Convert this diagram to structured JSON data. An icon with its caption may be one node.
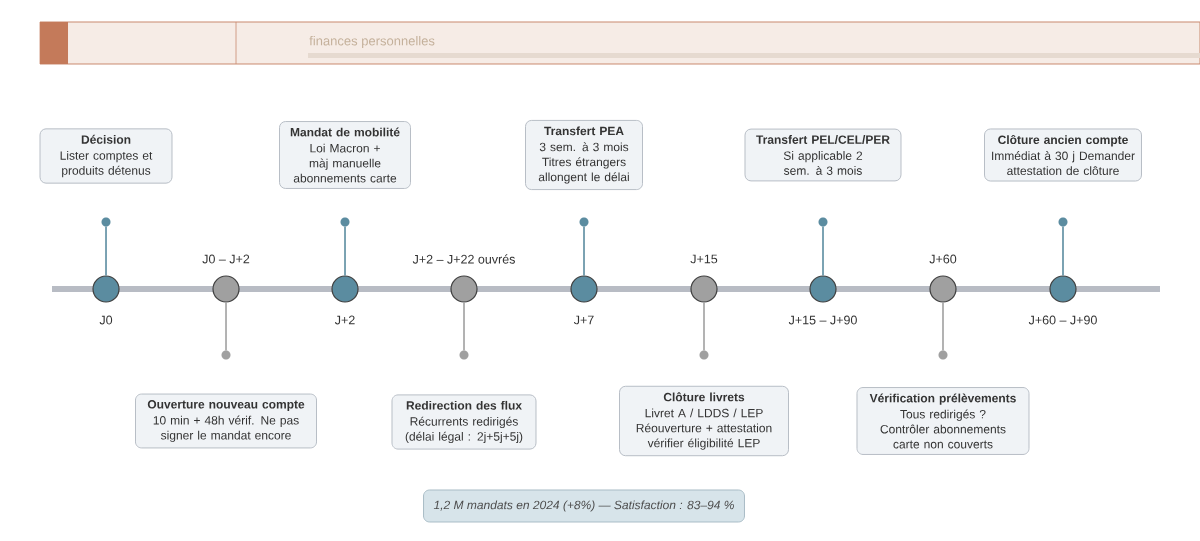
{
  "diagram": {
    "nodes": [
      {
        "text": [
          "Décision",
          "Lister comptes et produits détenus"
        ]
      },
      {
        "text": [],
        "shape": "circle"
      },
      {
        "text": [],
        "shape": "circle",
        "beside": [
          "J0"
        ]
      },
      {
        "text": [
          "Ouverture nouveau compte",
          "10 min + 48h vérif. Ne pas signer le mandat encore"
        ]
      },
      {
        "text": [],
        "shape": "circle"
      },
      {
        "text": [],
        "shape": "circle",
        "beside": [
          "J0 – J+2"
        ]
      },
      {
        "text": [
          "Mandat de mobilité",
          "Loi Macron + màj manuelle abonnements carte"
        ]
      },
      {
        "text": [],
        "shape": "circle"
      },
      {
        "text": [],
        "shape": "circle",
        "beside": [
          "J+2"
        ]
      },
      {
        "text": [
          "Redirection des flux",
          "Récurrents redirigés (délai légal : 2j+5j+5j)"
        ]
      },
      {
        "text": [],
        "shape": "circle"
      },
      {
        "text": [],
        "shape": "circle",
        "beside": [
          "J+2 – J+22 ouvrés"
        ]
      },
      {
        "text": [
          "Transfert PEA",
          "3 sem. à 3 mois Titres étrangers allongent le délai"
        ]
      },
      {
        "text": [],
        "shape": "circle"
      },
      {
        "text": [],
        "shape": "circle",
        "beside": [
          "J+7"
        ]
      },
      {
        "text": [
          "Clôture livrets",
          "Livret A / LDDS / LEP Réouverture + attestation vérifier éligibilité LEP"
        ]
      },
      {
        "text": [],
        "shape": "circle"
      },
      {
        "text": [],
        "shape": "circle",
        "beside": [
          "J+15"
        ]
      },
      {
        "text": [
          "Transfert PEL/CEL/PER",
          "Si applicable 2 sem. à 3 mois"
        ]
      },
      {
        "text": [],
        "shape": "circle"
      },
      {
        "text": [],
        "shape": "circle",
        "beside": [
          "J+15 – J+90"
        ]
      },
      {
        "text": [
          "Vérification prélèvements",
          "Tous redirigés ? Contrôler abonnements carte non couverts"
        ]
      },
      {
        "text": [],
        "shape": "circle"
      },
      {
        "text": [],
        "shape": "circle",
        "beside": [
          "J+60"
        ]
      },
      {
        "text": [
          "Clôture ancien compte",
          "Immédiat à 30 j Demander attestation de clôture"
        ]
      },
      {
        "text": [],
        "shape": "circle"
      },
      {
        "text": [],
        "shape": "circle",
        "beside": [
          "J+60 – J+90"
        ]
      },
      {
        "text": [
          "1,2 M mandats en 2024 (+8%) — Satisfaction : 83–94 %"
        ]
      }
    ],
    "edges": [
      {
        "from": 2,
        "to": 1,
        "arrow": "none"
      },
      {
        "from": 5,
        "to": 4,
        "arrow": "none",
        "color": "#a0a0a0"
      },
      {
        "from": 8,
        "to": 7,
        "arrow": "none"
      },
      {
        "from": 11,
        "to": 10,
        "arrow": "none",
        "color": "#a0a0a0"
      },
      {
        "from": 14,
        "to": 13,
        "arrow": "none"
      },
      {
        "from": 17,
        "to": 16,
        "arrow": "none",
        "color": "#a0a0a0"
      },
      {
        "from": 20,
        "to": 19,
        "arrow": "none"
      },
      {
        "from": 23,
        "to": 22,
        "arrow": "none",
        "color": "#a0a0a0"
      },
      {
        "from": 26,
        "to": 25,
        "arrow": "none"
      }
    ],
    "labels": [
      "finances personnelles"
    ]
  }
}
